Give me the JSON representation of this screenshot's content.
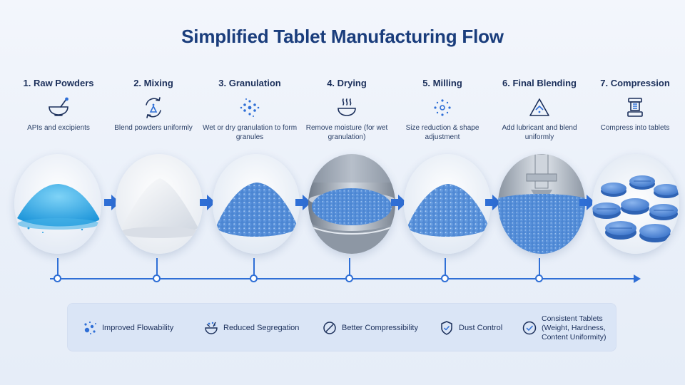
{
  "title": "Simplified Tablet Manufacturing Flow",
  "steps": [
    {
      "title": "1. Raw Powders",
      "icon": "mortar-pestle-icon",
      "desc": "APIs and excipients",
      "image": "blue-powder-pile"
    },
    {
      "title": "2. Mixing",
      "icon": "mixing-cycle-icon",
      "desc": "Blend powders uniformly",
      "image": "white-powder-pile"
    },
    {
      "title": "3. Granulation",
      "icon": "granules-cluster-icon",
      "desc": "Wet or dry granulation to form granules",
      "image": "blue-granules-pile"
    },
    {
      "title": "4. Drying",
      "icon": "steam-bowl-icon",
      "desc": "Remove moisture (for wet granulation)",
      "image": "granules-in-dryer"
    },
    {
      "title": "5. Milling",
      "icon": "milling-dots-icon",
      "desc": "Size reduction & shape adjustment",
      "image": "milled-granules-pile"
    },
    {
      "title": "6. Final Blending",
      "icon": "blending-triangle-icon",
      "desc": "Add lubricant and blend uniformly",
      "image": "granules-with-blender"
    },
    {
      "title": "7. Compression",
      "icon": "tablet-press-icon",
      "desc": "Compress into tablets",
      "image": "blue-tablets"
    }
  ],
  "benefits": [
    {
      "icon": "flowability-dots-icon",
      "label": "Improved Flowability"
    },
    {
      "icon": "segregation-bowl-icon",
      "label": "Reduced Segregation"
    },
    {
      "icon": "compressibility-icon",
      "label": "Better Compressibility"
    },
    {
      "icon": "shield-check-icon",
      "label": "Dust Control"
    },
    {
      "icon": "check-circle-icon",
      "label": "Consistent Tablets",
      "sub": "(Weight, Hardness, Content Uniformity)"
    }
  ],
  "colors": {
    "accent": "#2f6fd6",
    "title": "#1a3d7c",
    "text": "#1b2f5a",
    "granule": "#5b93dc"
  }
}
